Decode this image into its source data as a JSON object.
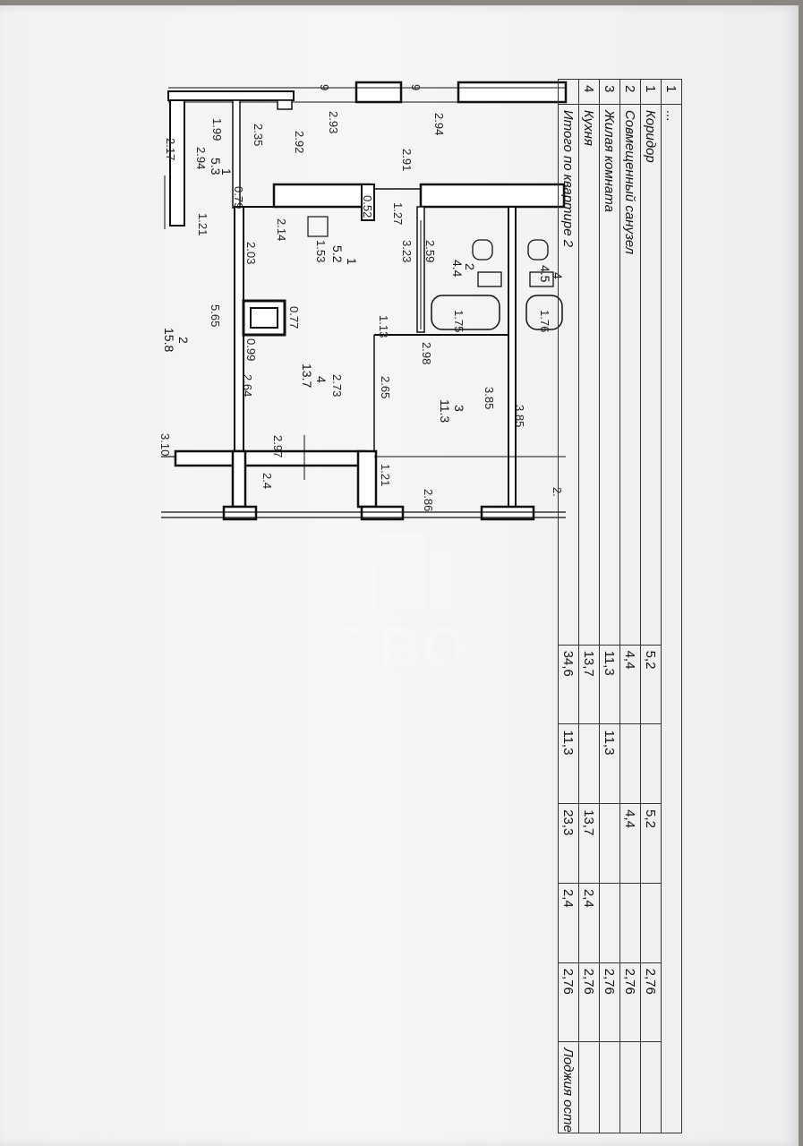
{
  "plan": {
    "rooms": [
      {
        "number": "1",
        "area": "5.3"
      },
      {
        "number": "1",
        "area": "5.2"
      },
      {
        "number": "2",
        "area": "4.4"
      },
      {
        "number": "2",
        "area": "15.8"
      },
      {
        "number": "3",
        "area": "11.3"
      },
      {
        "number": "4",
        "area": "13.7"
      },
      {
        "number": "4",
        "area": "4.5"
      }
    ],
    "dimensions": [
      "1.99",
      "2.35",
      "2.92",
      "2.93",
      "2.94",
      "2.91",
      "2.17",
      "2.94",
      "0.79",
      "1.21",
      "2.14",
      "0.52",
      "1.27",
      "2.03",
      "1.53",
      "3.23",
      "2.59",
      "0.77",
      "5.65",
      "0.99",
      "1.13",
      "2.98",
      "1.75",
      "1.76",
      "2.64",
      "2.73",
      "2.65",
      "3.85",
      "3.85",
      "3.10",
      "2.97",
      "1.21",
      "2.4",
      "2.86",
      "2.",
      "9",
      "9"
    ]
  },
  "table": {
    "header": [
      "1",
      "..."
    ],
    "rows": [
      {
        "no": "1",
        "name": "Коридор",
        "total": "5,2",
        "living": "",
        "aux": "5,2",
        "loggia": "",
        "height": "2,76"
      },
      {
        "no": "2",
        "name": "Совмещенный санузел",
        "total": "4,4",
        "living": "",
        "aux": "4,4",
        "loggia": "",
        "height": "2,76"
      },
      {
        "no": "3",
        "name": "Жилая комната",
        "total": "11,3",
        "living": "11,3",
        "aux": "",
        "loggia": "",
        "height": "2,76"
      },
      {
        "no": "4",
        "name": "Кухня",
        "total": "13,7",
        "living": "",
        "aux": "13,7",
        "loggia": "2,4",
        "height": "2,76"
      }
    ],
    "total": {
      "name": "Итого по квартире 2",
      "total": "34,6",
      "living": "11,3",
      "aux": "23,3",
      "loggia": "2,4",
      "height": "2,76",
      "note": "Лоджия остеклен"
    }
  },
  "watermark": {
    "text": "ЭВО"
  }
}
